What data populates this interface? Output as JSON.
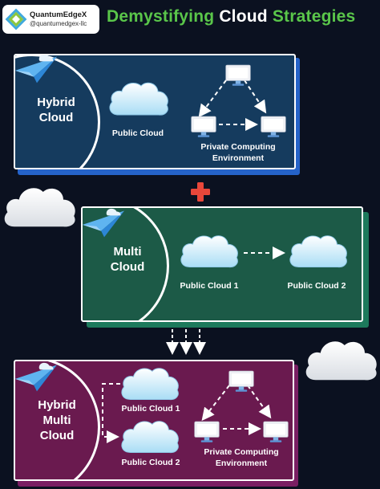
{
  "brand": {
    "name": "QuantumEdgeX",
    "handle": "@quantumedgex-llc"
  },
  "title": {
    "part1": "Demystifying",
    "part2": "Cloud",
    "part3": "Strategies"
  },
  "colors": {
    "background": "#0b1120",
    "accent_green": "#5ac64a",
    "hybrid_panel": "#153b5e",
    "hybrid_back": "#2563c9",
    "multi_panel": "#1c5a47",
    "multi_back": "#1d7a5c",
    "hybrid_multi_panel": "#6a1a4f",
    "hybrid_multi_back": "#7a1f63",
    "plus": "#e8473a"
  },
  "hybrid": {
    "title_line1": "Hybrid",
    "title_line2": "Cloud",
    "public_cloud": "Public Cloud",
    "private_line1": "Private Computing",
    "private_line2": "Environment"
  },
  "multi": {
    "title_line1": "Multi",
    "title_line2": "Cloud",
    "cloud1": "Public Cloud 1",
    "cloud2": "Public Cloud 2"
  },
  "hybrid_multi": {
    "title_line1": "Hybrid",
    "title_line2": "Multi",
    "title_line3": "Cloud",
    "cloud1": "Public Cloud 1",
    "cloud2": "Public Cloud 2",
    "private_line1": "Private Computing",
    "private_line2": "Environment"
  },
  "icons": {
    "plane": "paper-plane-icon",
    "cloud": "cloud-icon",
    "monitor": "monitor-icon",
    "plus": "plus-icon",
    "arrows": "down-arrows-icon"
  }
}
